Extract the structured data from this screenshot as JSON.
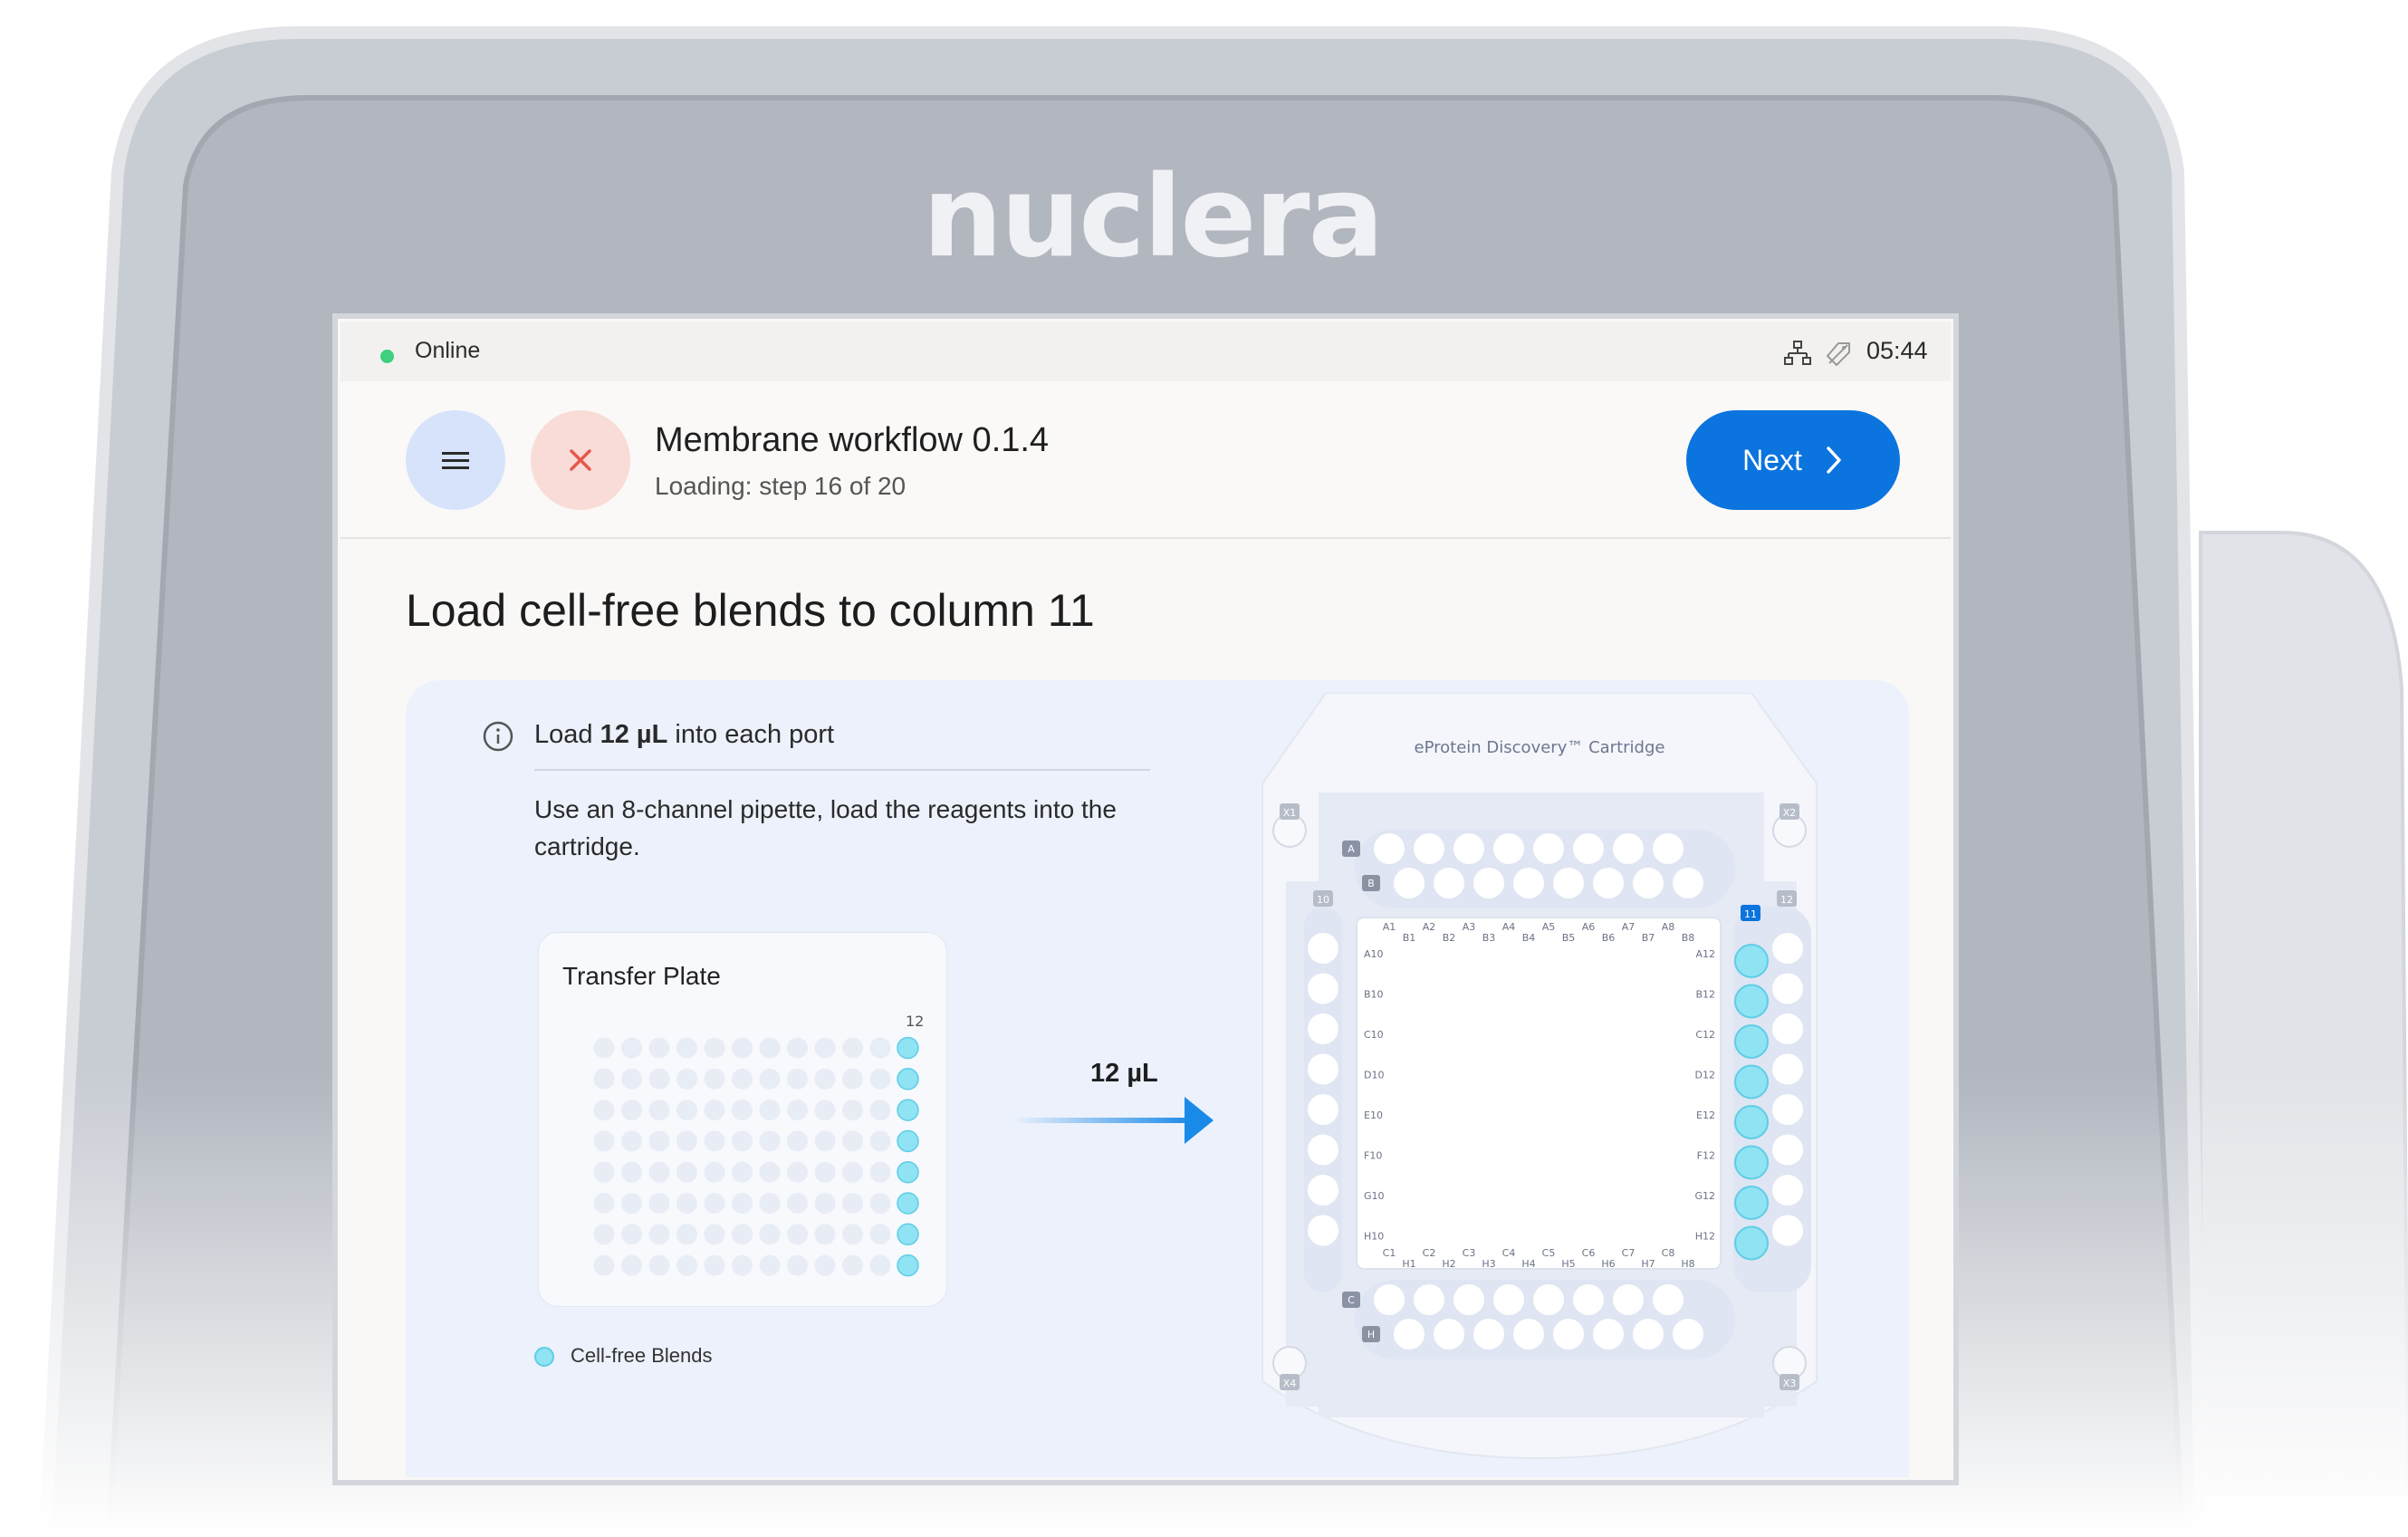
{
  "device": {
    "brand": "nuclera"
  },
  "status_bar": {
    "connection": "Online",
    "time": "05:44",
    "network_icon": "network-icon",
    "tag_icon": "tag-icon"
  },
  "header": {
    "menu_icon": "hamburger-menu-icon",
    "close_icon": "close-x-icon",
    "title": "Membrane workflow 0.1.4",
    "subtitle": "Loading: step 16 of 20",
    "next_label": "Next",
    "next_icon": "chevron-right-icon"
  },
  "page": {
    "title": "Load cell-free blends to column 11"
  },
  "info": {
    "prefix": "Load ",
    "amount": "12 µL",
    "suffix": " into each port",
    "instructions": "Use an 8-channel pipette, load the reagents into the cartridge."
  },
  "transfer_plate": {
    "title": "Transfer Plate",
    "highlight_column_label": "12",
    "rows": 8,
    "columns": 12,
    "highlight_column": 12
  },
  "transfer": {
    "amount_label": "12 µL"
  },
  "legend": {
    "label": "Cell-free Blends",
    "color": "#8fe3f3"
  },
  "cartridge": {
    "title": "eProtein Discovery™ Cartridge",
    "corner_labels": [
      "X1",
      "X2",
      "X3",
      "X4"
    ],
    "port_row_labels": [
      "A",
      "B",
      "C",
      "H"
    ],
    "column_labels": [
      "10",
      "11",
      "12"
    ],
    "top_labels_a": [
      "A1",
      "A2",
      "A3",
      "A4",
      "A5",
      "A6",
      "A7",
      "A8"
    ],
    "top_labels_b": [
      "B1",
      "B2",
      "B3",
      "B4",
      "B5",
      "B6",
      "B7",
      "B8"
    ],
    "bottom_labels_c": [
      "C1",
      "C2",
      "C3",
      "C4",
      "C5",
      "C6",
      "C7",
      "C8"
    ],
    "bottom_labels_h": [
      "H1",
      "H2",
      "H3",
      "H4",
      "H5",
      "H6",
      "H7",
      "H8"
    ],
    "left_labels": [
      "A10",
      "B10",
      "C10",
      "D10",
      "E10",
      "F10",
      "G10",
      "H10"
    ],
    "right_labels": [
      "A12",
      "B12",
      "C12",
      "D12",
      "E12",
      "F12",
      "G12",
      "H12"
    ],
    "active_column": "11"
  },
  "colors": {
    "accent": "#0b74de",
    "online": "#3ecf7f",
    "fill": "#8fe3f3"
  }
}
